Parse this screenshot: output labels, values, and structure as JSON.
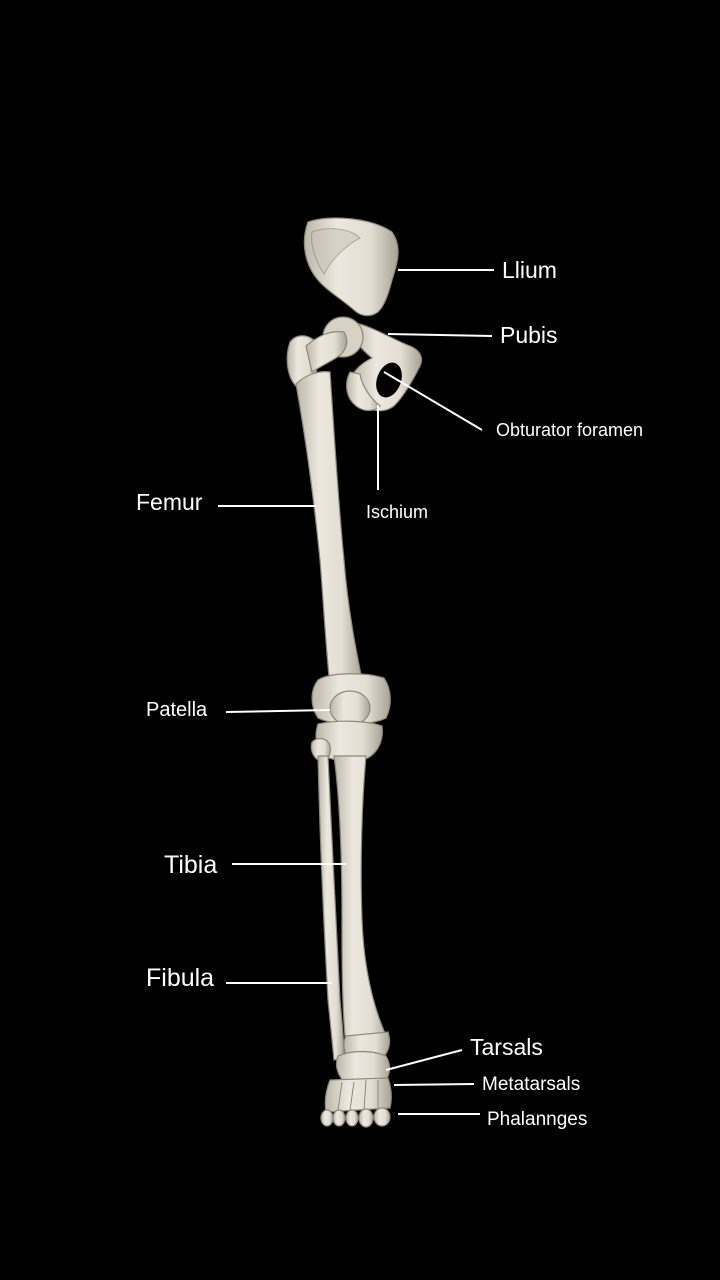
{
  "labels": {
    "ilium": "Llium",
    "pubis": "Pubis",
    "obturator_foramen": "Obturator foramen",
    "ischium": "Ischium",
    "femur": "Femur",
    "patella": "Patella",
    "tibia": "Tibia",
    "fibula": "Fibula",
    "tarsals": "Tarsals",
    "metatarsals": "Metatarsals",
    "phalanges": "Phalannges"
  },
  "colors": {
    "background": "#000000",
    "bone": "#e6e1d6",
    "text": "#ffffff"
  }
}
